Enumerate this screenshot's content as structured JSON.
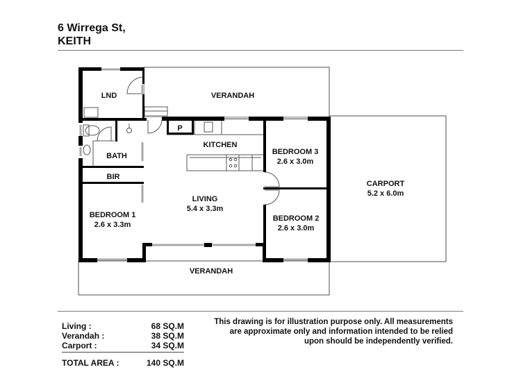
{
  "header": {
    "address_line1": "6 Wirrega St,",
    "address_line2": "KEITH"
  },
  "rooms": {
    "lnd": {
      "name": "LND"
    },
    "verandah_top": {
      "name": "VERANDAH"
    },
    "kitchen": {
      "name": "KITCHEN"
    },
    "pantry": {
      "name": "P"
    },
    "bath": {
      "name": "BATH"
    },
    "bir": {
      "name": "BIR"
    },
    "bedroom3": {
      "name": "BEDROOM 3",
      "size": "2.6 x 3.0m"
    },
    "bedroom2": {
      "name": "BEDROOM 2",
      "size": "2.6 x 3.0m"
    },
    "bedroom1": {
      "name": "BEDROOM 1",
      "size": "2.6 x 3.3m"
    },
    "living": {
      "name": "LIVING",
      "size": "5.4 x 3.3m"
    },
    "carport": {
      "name": "CARPORT",
      "size": "5.2 x 6.0m"
    },
    "verandah_bottom": {
      "name": "VERANDAH"
    }
  },
  "areas": {
    "items": [
      {
        "label": "Living :",
        "value": "68 SQ.M"
      },
      {
        "label": "Verandah :",
        "value": "38 SQ.M"
      },
      {
        "label": "Carport :",
        "value": "34 SQ.M"
      }
    ],
    "total": {
      "label": "TOTAL AREA :",
      "value": "140 SQ.M"
    }
  },
  "disclaimer": {
    "line1": "This drawing is for illustration purpose only. All measurements",
    "line2": "are approximate only and information intended to be relied",
    "line3": "upon should be independently verified."
  },
  "colors": {
    "wall": "#000000",
    "outline": "#666666",
    "window": "#b0b0b0"
  }
}
